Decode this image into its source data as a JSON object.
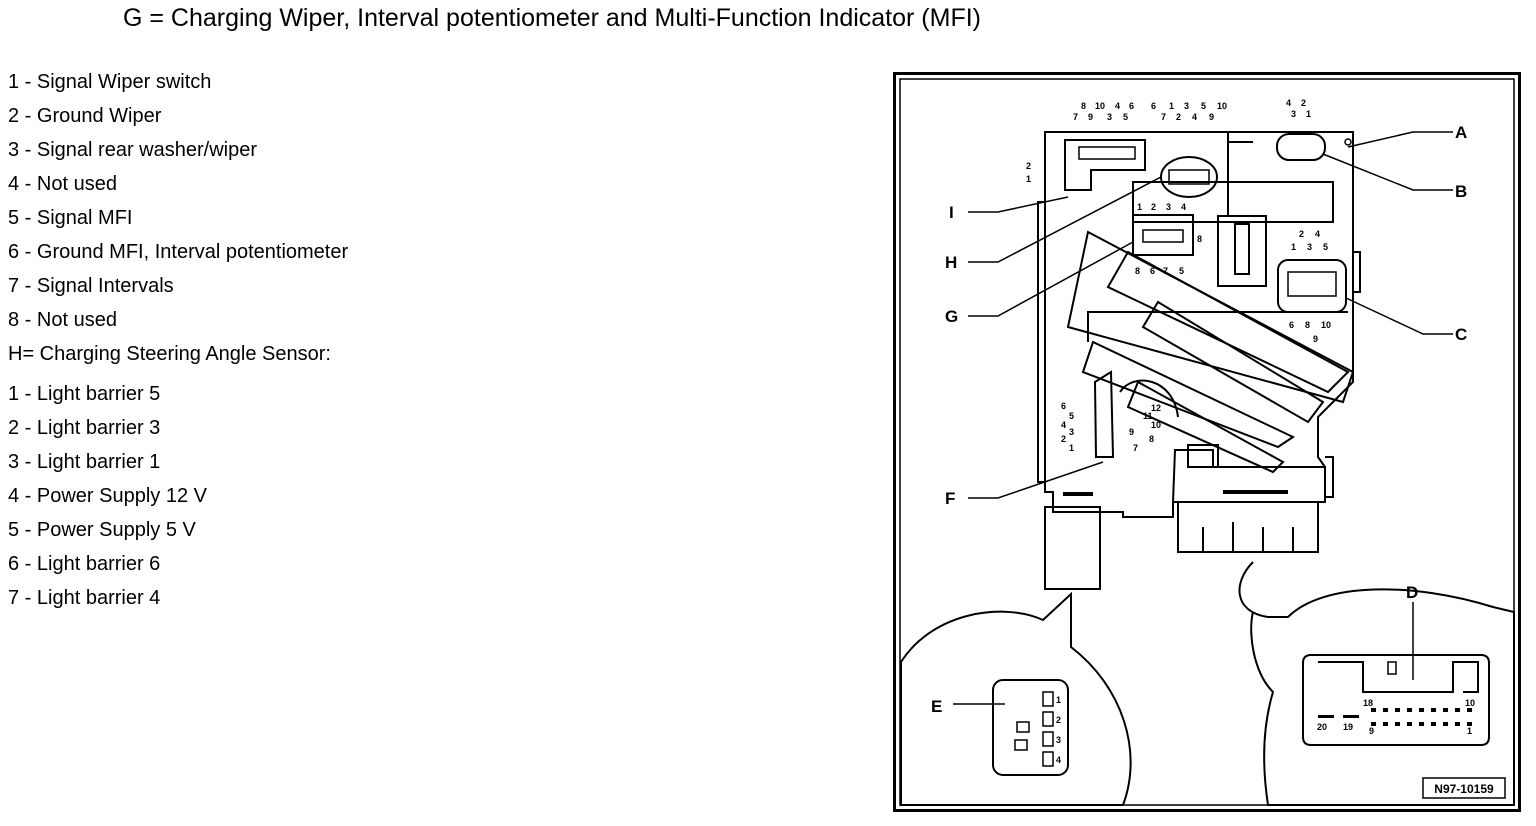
{
  "title": "G = Charging Wiper, Interval potentiometer and Multi-Function Indicator (MFI)",
  "legend": [
    {
      "text": "1 - Signal Wiper switch"
    },
    {
      "text": "2 - Ground Wiper"
    },
    {
      "text": "3 - Signal rear washer/wiper"
    },
    {
      "text": "4 - Not used"
    },
    {
      "text": "5 - Signal MFI"
    },
    {
      "text": "6 - Ground MFI, Interval potentiometer"
    },
    {
      "text": "7 - Signal Intervals"
    },
    {
      "text": "8 - Not used"
    },
    {
      "text": "H= Charging Steering Angle Sensor:"
    },
    {
      "text": "1 - Light barrier 5"
    },
    {
      "text": "2 - Light barrier 3"
    },
    {
      "text": "3 - Light barrier 1"
    },
    {
      "text": "4 - Power Supply 12 V"
    },
    {
      "text": "5 - Power Supply 5 V"
    },
    {
      "text": "6 - Light barrier 6"
    },
    {
      "text": "7 - Light barrier 4"
    }
  ],
  "diagram": {
    "callouts": {
      "A": "A",
      "B": "B",
      "C": "C",
      "D": "D",
      "E": "E",
      "F": "F",
      "G": "G",
      "H": "H",
      "I": "I"
    },
    "figure_id": "N97-10159",
    "pins": {
      "conn_top_left_row1": [
        "8",
        "10",
        "4",
        "6"
      ],
      "conn_top_left_row2": [
        "7",
        "9",
        "3",
        "5"
      ],
      "conn_top_left_side": [
        "2",
        "1"
      ],
      "conn_top_mid_row1": [
        "6",
        "1",
        "3",
        "5",
        "10"
      ],
      "conn_top_mid_row2": [
        "7",
        "2",
        "4",
        "9"
      ],
      "conn_top_right_row1": [
        "4",
        "2"
      ],
      "conn_top_right_row2": [
        "3",
        "1"
      ],
      "conn_g_top": [
        "1",
        "2",
        "3",
        "4"
      ],
      "conn_g_bottom": [
        "8",
        "6",
        "7",
        "5"
      ],
      "conn_g_side": "8",
      "conn_c_top_row1": [
        "2",
        "4"
      ],
      "conn_c_top_row2": [
        "1",
        "3",
        "5"
      ],
      "conn_c_bottom": [
        "6",
        "8",
        "10"
      ],
      "conn_c_side": "9",
      "conn_f_left": [
        "6",
        "5",
        "4",
        "3",
        "2",
        "1"
      ],
      "conn_f_right": [
        "12",
        "11",
        "10",
        "9",
        "8",
        "7"
      ],
      "conn_e": [
        "1",
        "2",
        "3",
        "4"
      ],
      "conn_d": [
        "18",
        "10",
        "20",
        "19",
        "9",
        "1"
      ]
    }
  }
}
